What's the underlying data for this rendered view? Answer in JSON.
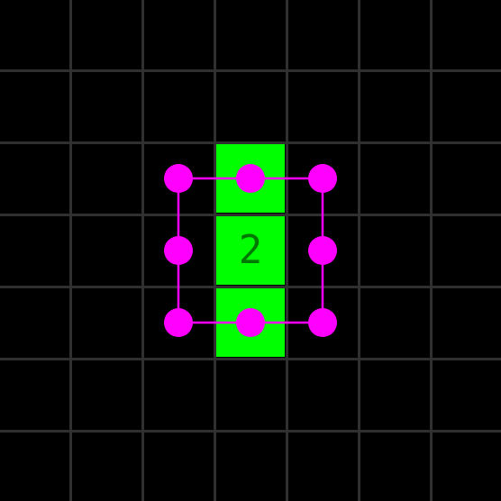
{
  "board": {
    "cols": 7,
    "rows": 7,
    "background": "#000000",
    "grid_color": "#303030",
    "cell_color": "#00ff00",
    "number_color": "#007700",
    "filled_cells": [
      {
        "col": 3,
        "row": 2,
        "number": ""
      },
      {
        "col": 3,
        "row": 3,
        "number": "2"
      },
      {
        "col": 3,
        "row": 4,
        "number": ""
      }
    ]
  },
  "selection": {
    "color": "#ff00ff",
    "icon": "resize-handle-icon",
    "handles": [
      {
        "name": "handle-top-left",
        "col": 2.5,
        "row": 2.5
      },
      {
        "name": "handle-top-mid",
        "col": 3.5,
        "row": 2.5
      },
      {
        "name": "handle-top-right",
        "col": 4.5,
        "row": 2.5
      },
      {
        "name": "handle-mid-left",
        "col": 2.5,
        "row": 3.5
      },
      {
        "name": "handle-mid-right",
        "col": 4.5,
        "row": 3.5
      },
      {
        "name": "handle-bottom-left",
        "col": 2.5,
        "row": 4.5
      },
      {
        "name": "handle-bottom-mid",
        "col": 3.5,
        "row": 4.5
      },
      {
        "name": "handle-bottom-right",
        "col": 4.5,
        "row": 4.5
      }
    ]
  }
}
